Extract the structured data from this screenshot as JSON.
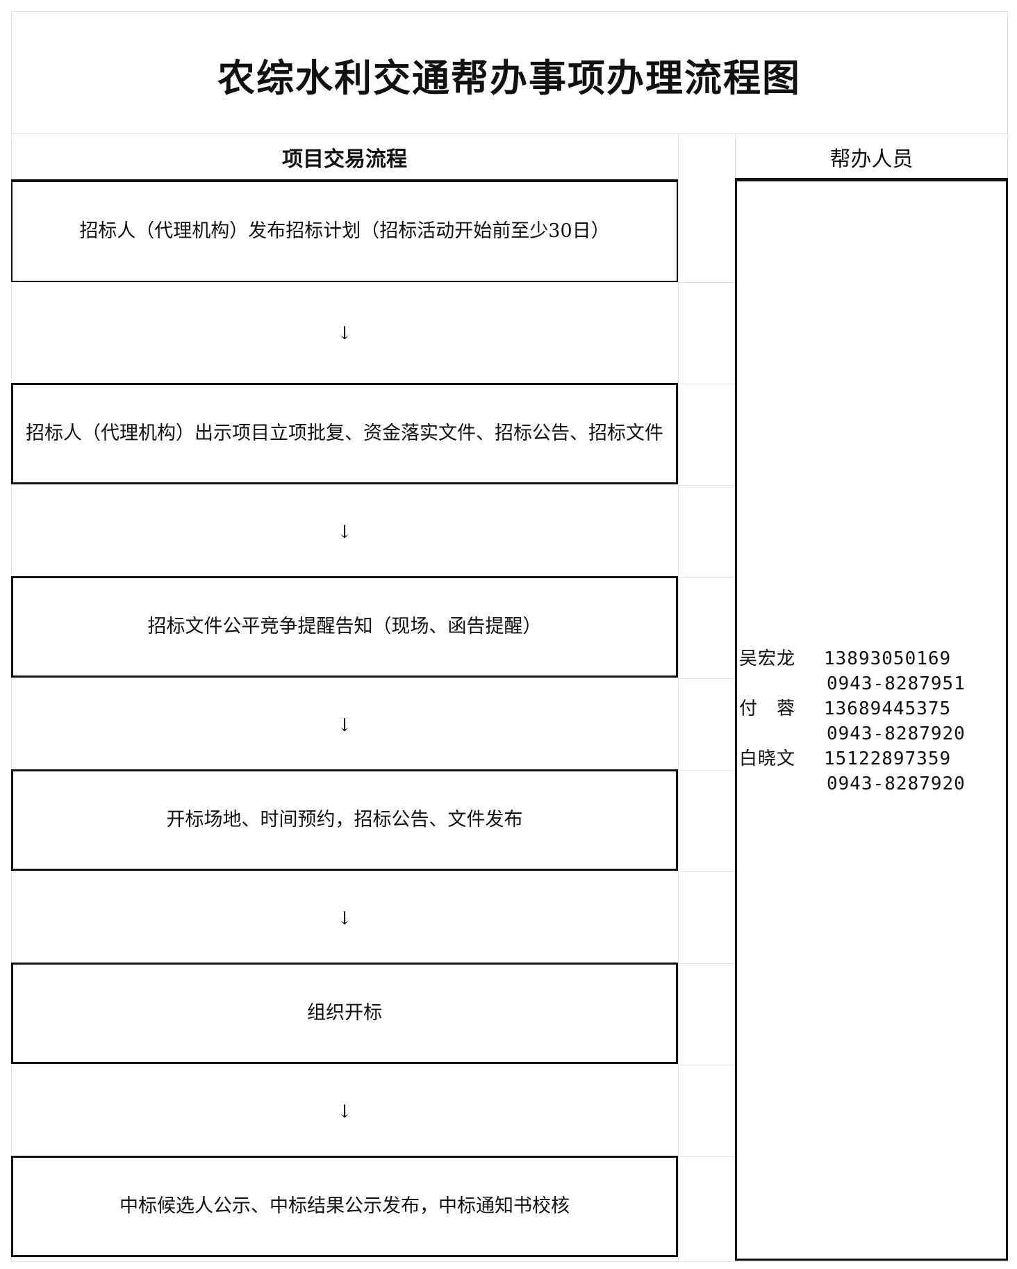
{
  "title": "农综水利交通帮办事项办理流程图",
  "headers": {
    "process": "项目交易流程",
    "staff": "帮办人员"
  },
  "steps": [
    "招标人（代理机构）发布招标计划（招标活动开始前至少30日）",
    "招标人（代理机构）出示项目立项批复、资金落实文件、招标公告、招标文件",
    "招标文件公平竞争提醒告知（现场、函告提醒）",
    "开标场地、时间预约，招标公告、文件发布",
    "组织开标",
    "中标候选人公示、中标结果公示发布，中标通知书校核"
  ],
  "arrow": "↓",
  "contacts": [
    {
      "name": "吴宏龙",
      "mobile": "13893050169",
      "phone": "0943-8287951"
    },
    {
      "name": "付　蓉",
      "mobile": "13689445375",
      "phone": "0943-8287920"
    },
    {
      "name": "白晓文",
      "mobile": "15122897359",
      "phone": "0943-8287920"
    }
  ]
}
